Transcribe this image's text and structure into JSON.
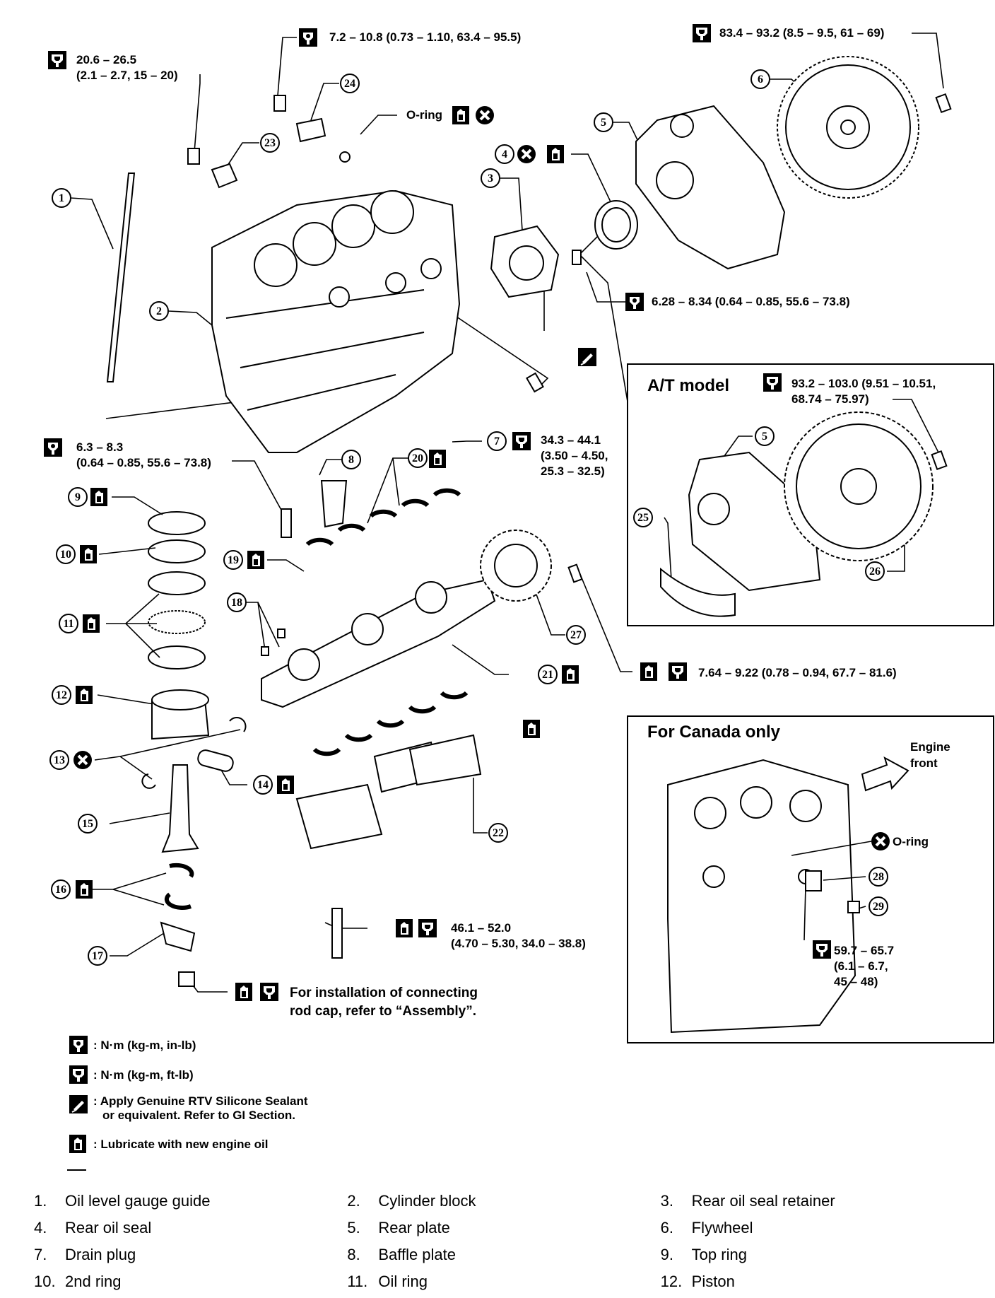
{
  "torques": {
    "t24": "7.2 – 10.8 (0.73 – 1.10, 63.4 – 95.5)",
    "t23_line1": "20.6 – 26.5",
    "t23_line2": "(2.1 – 2.7, 15 – 20)",
    "t6": "83.4 – 93.2 (8.5 – 9.5, 61 – 69)",
    "t3": "6.28 – 8.34 (0.64 – 0.85, 55.6 – 73.8)",
    "t7_line1": "34.3 – 44.1",
    "t7_line2": "(3.50 – 4.50,",
    "t7_line3": "25.3 – 32.5)",
    "t8_line1": "6.3 – 8.3",
    "t8_line2": "(0.64 – 0.85, 55.6 – 73.8)",
    "t27": "7.64 – 9.22 (0.78 – 0.94, 67.7 – 81.6)",
    "t22_line1": "46.1 – 52.0",
    "t22_line2": "(4.70 – 5.30, 34.0 – 38.8)",
    "rod_note_line1": "For installation of connecting",
    "rod_note_line2": "rod cap, refer to “Assembly”."
  },
  "oring_label": "O-ring",
  "at_model": {
    "title": "A/T model",
    "torque_line1": "93.2 – 103.0 (9.51 – 10.51,",
    "torque_line2": "68.74 – 75.97)"
  },
  "canada": {
    "title": "For Canada only",
    "engine_front_line1": "Engine",
    "engine_front_line2": "front",
    "oring_label": "O-ring",
    "torque_line1": "59.7 – 65.7",
    "torque_line2": "(6.1 – 6.7,",
    "torque_line3": "45 – 48)"
  },
  "legend": {
    "nm_inlb": ": N·m (kg-m, in-lb)",
    "nm_ftlb": ": N·m (kg-m, ft-lb)",
    "sealant_line1": ": Apply Genuine RTV Silicone Sealant",
    "sealant_line2": "or equivalent. Refer to GI Section.",
    "lubricate": ": Lubricate with new engine oil"
  },
  "callouts": [
    "1",
    "2",
    "3",
    "4",
    "5",
    "6",
    "7",
    "8",
    "9",
    "10",
    "11",
    "12",
    "13",
    "14",
    "15",
    "16",
    "17",
    "18",
    "19",
    "20",
    "21",
    "22",
    "23",
    "24",
    "25",
    "26",
    "27",
    "28",
    "29"
  ],
  "parts": [
    {
      "num": "1.",
      "name": "Oil level gauge guide"
    },
    {
      "num": "2.",
      "name": "Cylinder block"
    },
    {
      "num": "3.",
      "name": "Rear oil seal retainer"
    },
    {
      "num": "4.",
      "name": "Rear oil seal"
    },
    {
      "num": "5.",
      "name": "Rear plate"
    },
    {
      "num": "6.",
      "name": "Flywheel"
    },
    {
      "num": "7.",
      "name": "Drain plug"
    },
    {
      "num": "8.",
      "name": "Baffle plate"
    },
    {
      "num": "9.",
      "name": "Top ring"
    },
    {
      "num": "10.",
      "name": "2nd ring"
    },
    {
      "num": "11.",
      "name": "Oil ring"
    },
    {
      "num": "12.",
      "name": "Piston"
    }
  ],
  "icons": [
    "torque-inlb-icon",
    "torque-ftlb-icon",
    "sealant-icon",
    "oil-can-icon",
    "do-not-reuse-icon"
  ]
}
